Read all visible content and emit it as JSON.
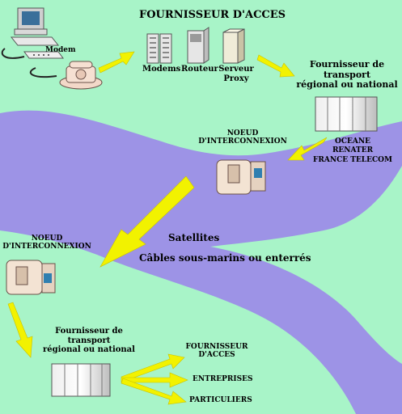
{
  "labels": {
    "fai_top": "FOURNISSEUR D'ACCES",
    "modem_small": "Modem",
    "modems": "Modems",
    "routeur": "Routeur",
    "serveur": "Serveur",
    "proxy": "Proxy",
    "transport_top": [
      "Fournisseur de",
      "transport",
      "régional ou national"
    ],
    "noeud_right": [
      "NOEUD",
      "D'INTERCONNEXION"
    ],
    "operators": [
      "OCEANE",
      "RENATER",
      "FRANCE TELECOM"
    ],
    "satellites": "Satellites",
    "cables": "Câbles sous-marins ou enterrés",
    "noeud_left": [
      "NOEUD",
      "D'INTERCONNEXION"
    ],
    "transport_bottom": [
      "Fournisseur de",
      "transport",
      "régional ou national"
    ],
    "dest_fai": [
      "FOURNISSEUR",
      "D'ACCES"
    ],
    "entreprises": "ENTREPRISES",
    "particuliers": "PARTICULIERS"
  },
  "colors": {
    "background": "#a8f4c8",
    "ocean": "#9d93e6",
    "arrow": "#f2f200"
  },
  "icons": [
    "computer-icon",
    "modem-icon",
    "telephone-icon",
    "modems-rack-icon",
    "router-icon",
    "proxy-server-icon",
    "cabinet-icon",
    "interconnection-node-icon"
  ]
}
